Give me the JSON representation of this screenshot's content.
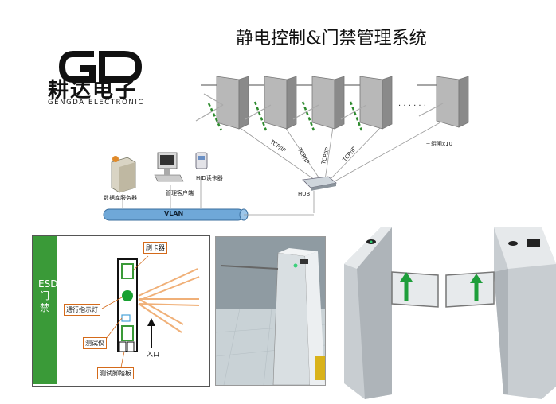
{
  "title": "静电控制&门禁管理系统",
  "logo": {
    "mark": "GD",
    "name_cn": "耕达电子",
    "name_en": "GENGDA ELECTRONIC"
  },
  "network": {
    "gate_label": "三辊闸x10",
    "ellipsis": "· · · · · ·",
    "link_label": "TCP/IP",
    "hub_label": "HUB",
    "vlan_label": "VLAN",
    "db_server_label": "数据库服务器",
    "client_label": "管理客户端",
    "reader_label": "HID读卡器"
  },
  "esd": {
    "side_text": "ESD门禁",
    "card_reader": "刷卡器",
    "indicator": "通行指示灯",
    "tester": "测试仪",
    "foot_plate": "测试脚踏板",
    "entrance": "入口"
  },
  "colors": {
    "green": "#3a9a38",
    "callout": "#d46a1a",
    "vlan": "#6fa8d8"
  }
}
